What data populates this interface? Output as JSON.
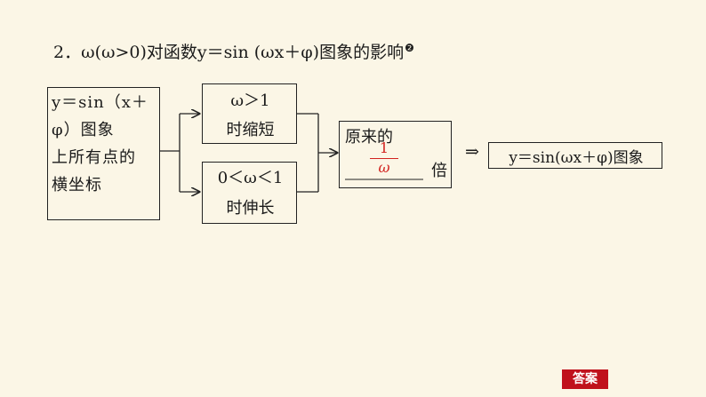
{
  "title": {
    "text": "2．ω(ω>0)对函数y＝sin (ωx＋φ)图象的影响",
    "note": "❷"
  },
  "left_box": {
    "lines": [
      "y＝sin（x＋",
      "φ）图象",
      "上所有点的",
      "横坐标"
    ]
  },
  "top_box": {
    "line1": "ω＞1",
    "line2": "时缩短"
  },
  "bottom_box": {
    "line1": "0＜ω＜1",
    "line2": "时伸长"
  },
  "middle_box": {
    "line1": "原来的",
    "times": "倍",
    "answer_num": "1",
    "answer_den": "ω"
  },
  "arrow_text": "⇒",
  "result_box": {
    "text": "y＝sin(ωx＋φ)图象"
  },
  "answer_button": {
    "label": "答案"
  },
  "colors": {
    "background": "#fbf6e6",
    "answer_red": "#d2231f",
    "button_red": "#c0111c"
  }
}
